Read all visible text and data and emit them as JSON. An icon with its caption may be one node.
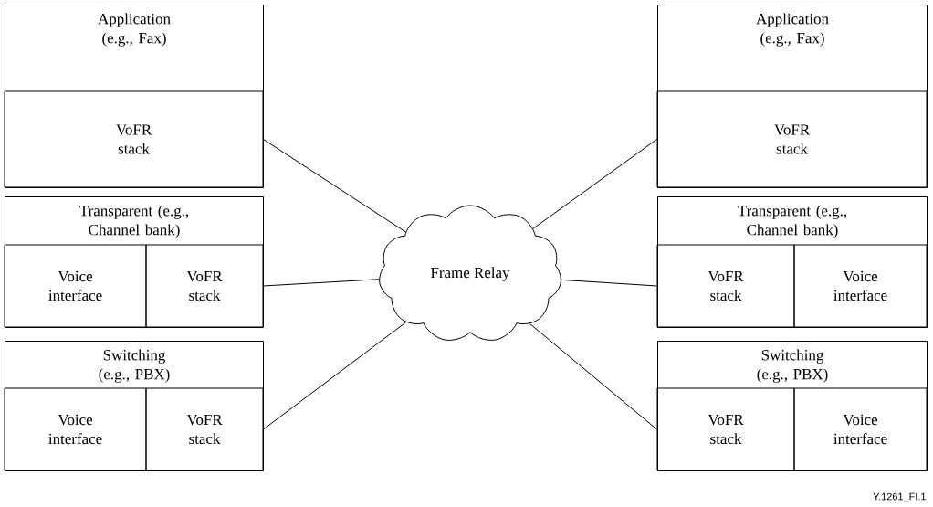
{
  "diagram": {
    "nodes": [
      {
        "text": [
          "Application (e.g., Fax)"
        ]
      },
      {
        "text": [
          "VoFR stack"
        ],
        "in": 0
      },
      {
        "text": [
          "Transparent (e.g., Channel bank)"
        ]
      },
      {
        "text": [
          "Voice interface"
        ],
        "in": 2
      },
      {
        "text": [
          "VoFR stack"
        ],
        "in": 2
      },
      {
        "text": [
          "Switching (e.g., PBX)"
        ]
      },
      {
        "text": [
          "Voice interface"
        ],
        "in": 5
      },
      {
        "text": [
          "VoFR stack"
        ],
        "in": 5
      },
      {
        "text": [
          "Frame Relay"
        ]
      },
      {
        "text": [
          "Application (e.g., Fax)"
        ]
      },
      {
        "text": [
          "VoFR stack"
        ],
        "in": 9
      },
      {
        "text": [
          "Transparent (e.g., Channel bank)"
        ]
      },
      {
        "text": [
          "VoFR stack"
        ],
        "in": 11
      },
      {
        "text": [
          "Voice interface"
        ],
        "in": 11
      },
      {
        "text": [
          "Switching (e.g., PBX)"
        ]
      },
      {
        "text": [
          "VoFR stack"
        ],
        "in": 14
      },
      {
        "text": [
          "Voice interface"
        ],
        "in": 14
      }
    ],
    "edges": [
      {
        "from": 1,
        "to": 8,
        "arrow": "none"
      },
      {
        "from": 4,
        "to": 8,
        "arrow": "none"
      },
      {
        "from": 7,
        "to": 8,
        "arrow": "none"
      },
      {
        "from": 8,
        "to": 10,
        "arrow": "none"
      },
      {
        "from": 8,
        "to": 12,
        "arrow": "none"
      },
      {
        "from": 8,
        "to": 15,
        "arrow": "none"
      }
    ],
    "labels": [
      "Y.1261_FI.1"
    ]
  }
}
